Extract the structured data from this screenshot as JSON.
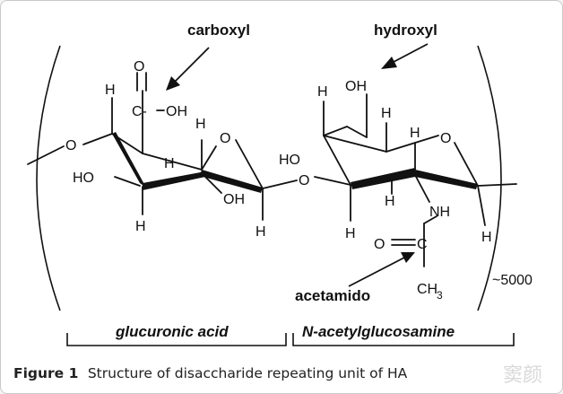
{
  "callouts": {
    "carboxyl": "carboxyl",
    "hydroxyl": "hydroxyl",
    "acetamido": "acetamido"
  },
  "atoms": {
    "O": "O",
    "H": "H",
    "C": "C",
    "OH": "OH",
    "HO": "HO",
    "C_dash": "C-",
    "NH": "NH",
    "CH": "CH",
    "sub3": "3"
  },
  "repeat_count": "~5000",
  "units": {
    "left": "glucuronic acid",
    "right": "N-acetylglucosamine"
  },
  "caption": {
    "label": "Figure 1",
    "text": "Structure of disaccharide repeating unit of HA"
  },
  "watermark": "窦颜"
}
